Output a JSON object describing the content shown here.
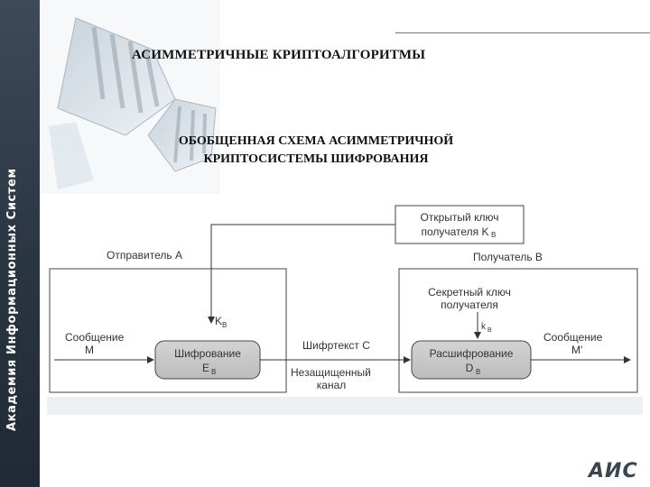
{
  "sidebar": {
    "text": "Академия Информационных Систем"
  },
  "title": "АСИММЕТРИЧНЫЕ КРИПТОАЛГОРИТМЫ",
  "subtitle": {
    "line1": "ОБОБЩЕННАЯ СХЕМА АСИММЕТРИЧНОЙ",
    "line2": "КРИПТОСИСТЕМЫ ШИФРОВАНИЯ"
  },
  "diagram": {
    "public_key": {
      "line1": "Открытый ключ",
      "line2": "получателя K",
      "sub": "B"
    },
    "sender": "Отправитель А",
    "receiver": "Получатель В",
    "secret_key": {
      "line1": "Секретный ключ",
      "line2": "получателя"
    },
    "k_b_left": {
      "main": "K",
      "sub": "B"
    },
    "k_b_right": {
      "main": "k",
      "sub": "B"
    },
    "message_in": {
      "line1": "Сообщение",
      "line2": "M"
    },
    "encrypt": {
      "line1": "Шифрование",
      "line2": "E",
      "sub": "B"
    },
    "ciphertext": "Шифртекст C",
    "channel": {
      "line1": "Незащищенный",
      "line2": "канал"
    },
    "decrypt": {
      "line1": "Расшифрование",
      "line2": "D",
      "sub": "B"
    },
    "message_out": {
      "line1": "Сообщение",
      "line2": "M'"
    }
  },
  "logo": "АИС"
}
